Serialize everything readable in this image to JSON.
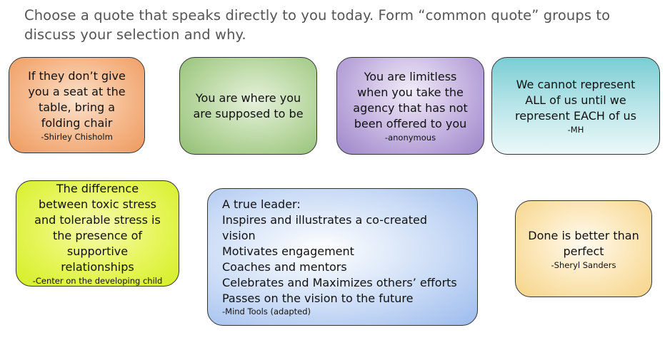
{
  "instructions": "Choose a quote that speaks directly to you today. Form “common quote” groups to discuss your selection and why.",
  "cards": [
    {
      "lines": [
        "If they don’t give",
        "you a seat at the",
        "table, bring a",
        "folding chair"
      ],
      "author": "-Shirley Chisholm",
      "color": "#f5b78a"
    },
    {
      "lines": [
        "You are where you",
        "are supposed to be"
      ],
      "author": "",
      "color": "#b8d7a0"
    },
    {
      "lines": [
        "You are limitless",
        "when you take the",
        "agency that has not",
        "been offered to you"
      ],
      "author": "-anonymous",
      "color": "#c3b1df"
    },
    {
      "lines": [
        "We cannot represent",
        "ALL of us until we",
        "represent EACH of us"
      ],
      "author": "-MH",
      "color": "#79cdd4"
    },
    {
      "lines": [
        "The difference",
        "between toxic stress",
        "and tolerable stress is",
        "the presence of",
        "supportive",
        "relationships"
      ],
      "author": "-Center on the developing child",
      "color": "#e6f559"
    },
    {
      "lines": [
        "A true leader:",
        "Inspires and illustrates a co-created",
        "vision",
        "Motivates engagement",
        "Coaches and mentors",
        "Celebrates and Maximizes others’ efforts",
        "Passes on the vision to the future"
      ],
      "author": "-Mind Tools (adapted)",
      "color": "#9cbbed"
    },
    {
      "lines": [
        "Done is better than",
        "perfect"
      ],
      "author": "-Sheryl Sanders",
      "color": "#f6d488"
    }
  ]
}
